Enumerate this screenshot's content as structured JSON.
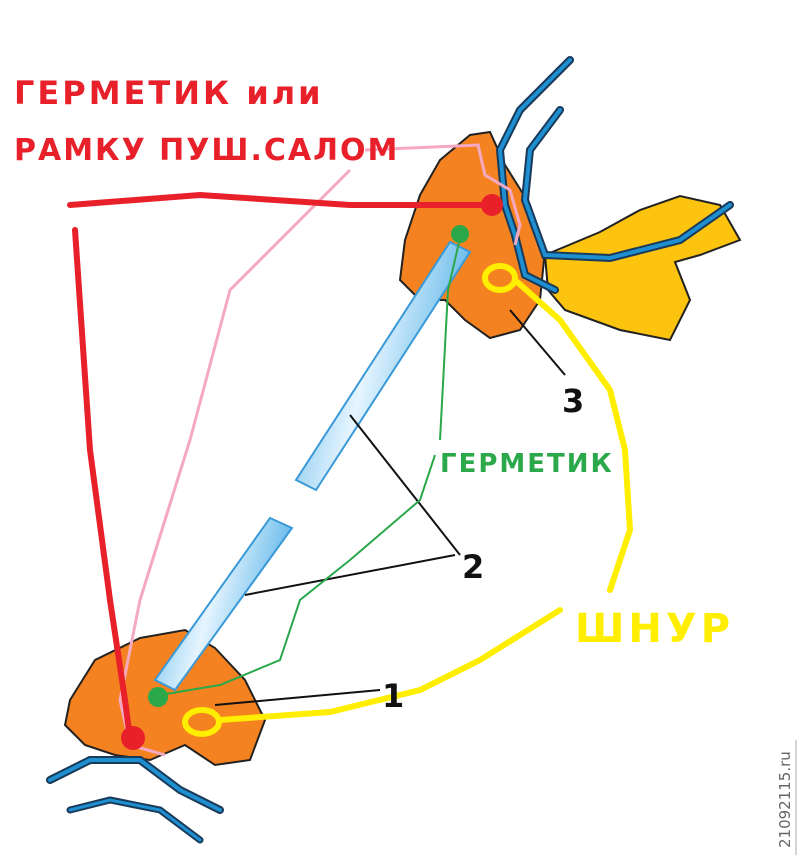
{
  "labels": {
    "red_line1": "ГЕРМЕТИК или",
    "red_line2": "РАМКУ ПУШ.САЛОМ",
    "green": "ГЕРМЕТИК",
    "yellow": "ШНУР",
    "num1": "1",
    "num2": "2",
    "num3": "3"
  },
  "watermark": "21092115.ru",
  "colors": {
    "red": "#e8202a",
    "green": "#2aa84a",
    "yellow": "#ffee00",
    "pink": "#f5a9c0",
    "orange": "#f58220",
    "body": "#fcc40f",
    "cable": "#1e8fd0",
    "glass": "#a9daf5"
  }
}
